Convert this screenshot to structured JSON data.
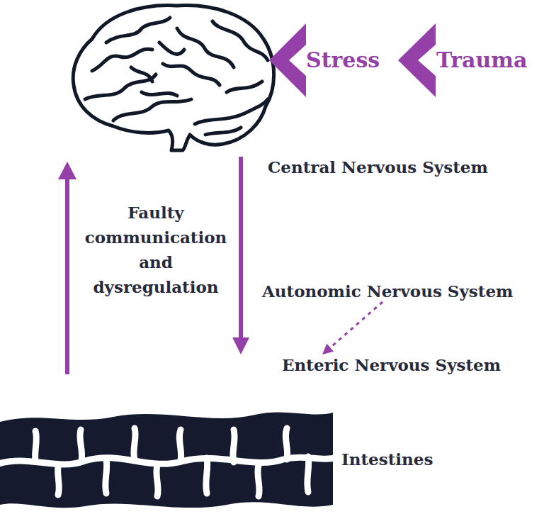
{
  "diagram": {
    "nodes": [
      {
        "text": [
          "Central Nervous System"
        ]
      },
      {
        "text": [
          "Autonomic Nervous System"
        ]
      },
      {
        "text": [
          "Enteric Nervous System"
        ]
      }
    ],
    "edges": [
      {
        "from": 0,
        "to": 2,
        "arrow": "to"
      },
      {
        "from": 1,
        "to": 2,
        "arrow": "to"
      }
    ],
    "labels": [
      "Stress",
      "Trauma",
      "Faulty communication and dysregulation",
      "Intestines"
    ]
  }
}
